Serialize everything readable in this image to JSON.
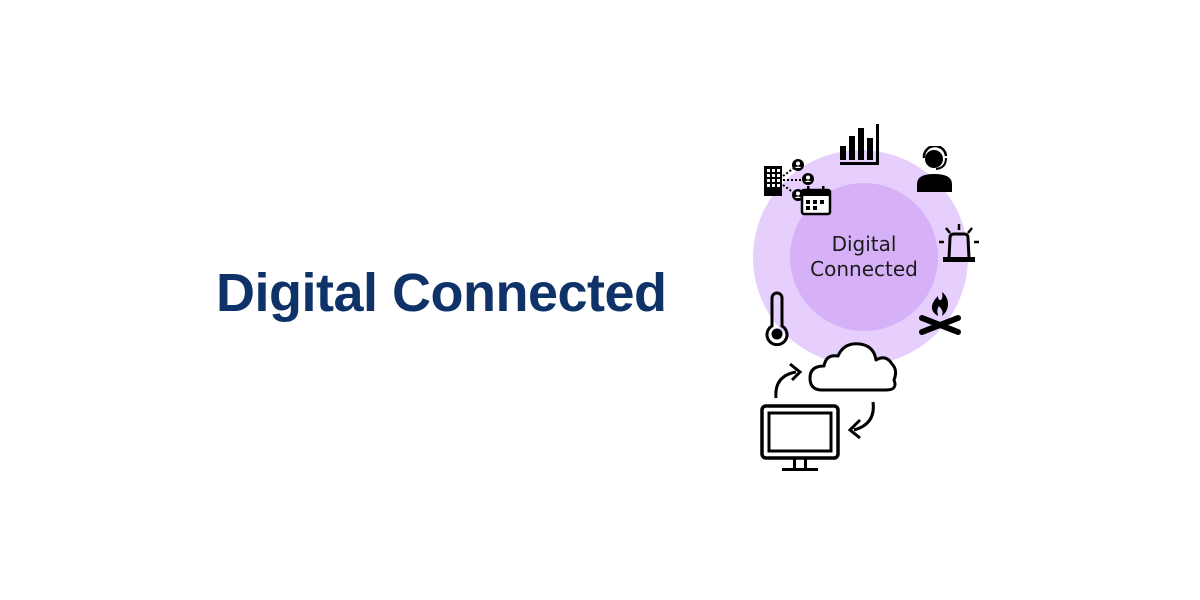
{
  "heading": {
    "text": "Digital Connected",
    "color": "#0f3268"
  },
  "diagram": {
    "center_label": {
      "line1": "Digital",
      "line2": "Connected"
    },
    "colors": {
      "outer_ring": "#e6cffc",
      "inner_circle": "#d6b1f8",
      "icons": "#000000"
    },
    "icons": [
      {
        "name": "building-network-calendar-icon"
      },
      {
        "name": "bar-chart-icon"
      },
      {
        "name": "operator-headset-icon"
      },
      {
        "name": "alarm-siren-icon"
      },
      {
        "name": "campfire-icon"
      },
      {
        "name": "thermometer-icon"
      },
      {
        "name": "cloud-icon"
      },
      {
        "name": "sync-arrows-icon"
      },
      {
        "name": "monitor-icon"
      }
    ]
  }
}
